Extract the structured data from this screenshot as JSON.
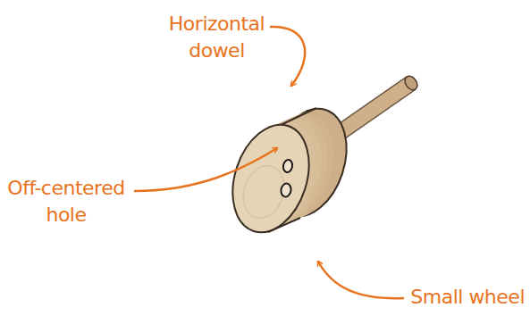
{
  "diagram": {
    "labels": [
      "Horizontal dowel",
      "Off-centered hole",
      "Small wheel"
    ]
  }
}
